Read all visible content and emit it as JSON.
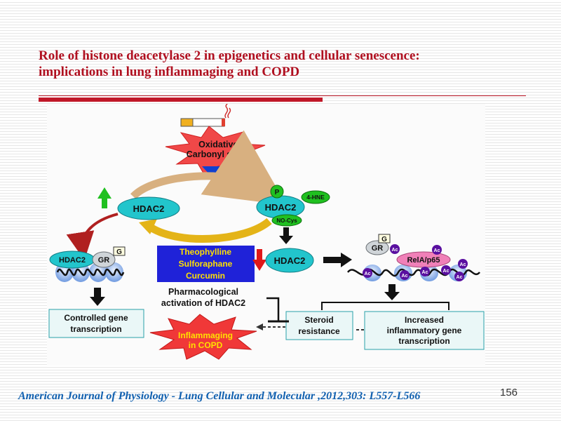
{
  "slide": {
    "title_line1": "Role of histone deacetylase 2 in epigenetics and cellular senescence:",
    "title_line2": "implications in lung inflammaging and COPD",
    "citation": "American Journal of Physiology - Lung Cellular and Molecular ,2012,303: L557-L566",
    "slide_number": "156"
  },
  "diagram": {
    "stress_line1": "Oxidative/",
    "stress_line2": "Carbonyl stress",
    "hdac2": "HDAC2",
    "p_label": "P",
    "hne_label": "4-HNE",
    "nocys_label": "NO-Cys",
    "gr_label": "GR",
    "g_label": "G",
    "ac_label": "Ac",
    "rela_label": "RelA/p65",
    "drug1": "Theophylline",
    "drug2": "Sulforaphane",
    "drug3": "Curcumin",
    "pharm_line1": "Pharmacological",
    "pharm_line2": "activation of HDAC2",
    "controlled_line1": "Controlled gene",
    "controlled_line2": "transcription",
    "steroid_line1": "Steroid",
    "steroid_line2": "resistance",
    "increased_line1": "Increased",
    "increased_line2": "inflammatory gene",
    "increased_line3": "transcription",
    "inflammaging_line1": "Inflammaging",
    "inflammaging_line2": "in COPD"
  },
  "colors": {
    "title": "#b01020",
    "citation": "#1060b0",
    "hdac_fill": "#22c5cc",
    "starburst": "#f04848",
    "drug_box": "#1f22d8",
    "drug_text": "#ffe000",
    "box_fill": "#eaf7f7",
    "box_border": "#2aa0a8",
    "green": "#20c020",
    "ac_purple": "#5a10a0",
    "rela_pink": "#f080b8"
  }
}
